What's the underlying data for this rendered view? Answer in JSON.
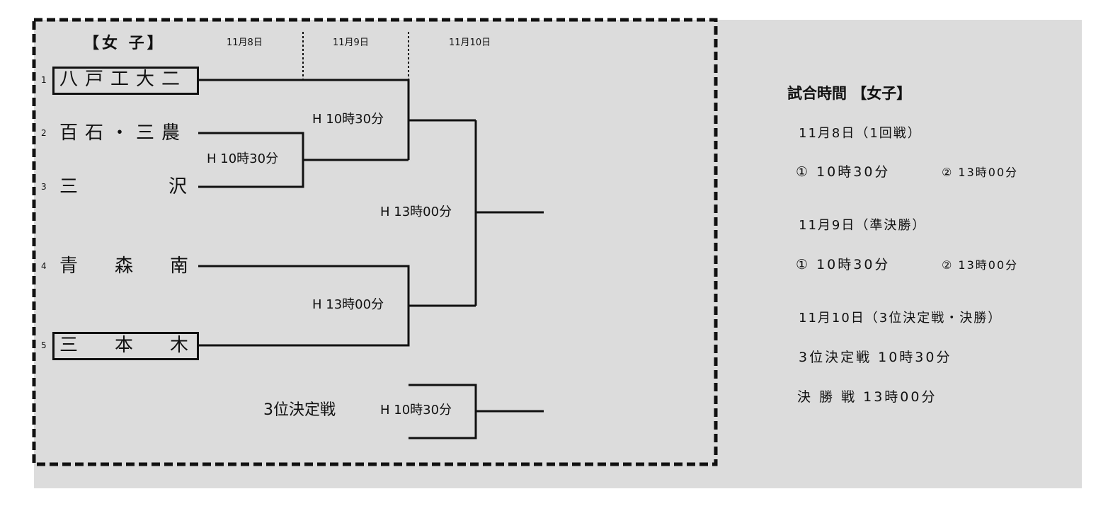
{
  "colors": {
    "panel_bg": "#dcdcdc",
    "line": "#111111",
    "border_dash": "#111111"
  },
  "bracket": {
    "title": "【女 子】",
    "dates": [
      "11月8日",
      "11月9日",
      "11月10日"
    ],
    "teams": [
      {
        "seed": "1",
        "name": "八戸工大二",
        "boxed": true
      },
      {
        "seed": "2",
        "name": "百石・三農",
        "boxed": false
      },
      {
        "seed": "3",
        "name": "三沢",
        "boxed": false
      },
      {
        "seed": "4",
        "name": "青森南",
        "boxed": false
      },
      {
        "seed": "5",
        "name": "三本木",
        "boxed": true
      }
    ],
    "matches": {
      "r1_2v3": "H 10時30分",
      "sf_1": "H 10時30分",
      "sf_2": "H 13時00分",
      "final": "H 13時00分",
      "third_label": "3位決定戦",
      "third": "H 10時30分"
    }
  },
  "schedule": {
    "heading": "試合時間 【女子】",
    "day1": "11月8日（1回戦）",
    "day1_slot1": "① 10時30分",
    "day1_slot2": "② 13時00分",
    "day2": "11月9日（準決勝）",
    "day2_slot1": "① 10時30分",
    "day2_slot2": "② 13時00分",
    "day3": "11月10日（3位決定戦・決勝）",
    "day3_third": "3位決定戦 10時30分",
    "day3_final": "決 勝 戦 13時00分"
  }
}
